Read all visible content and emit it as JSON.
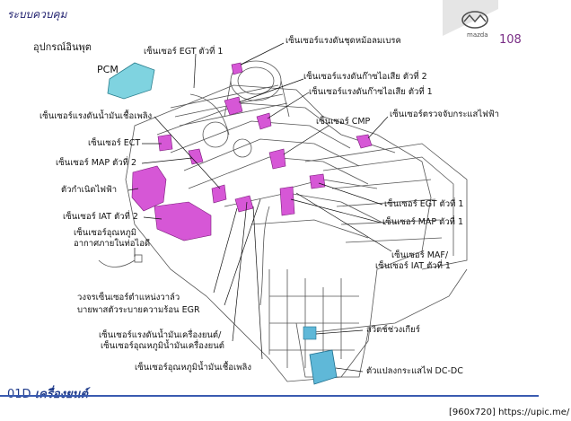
{
  "header": {
    "title": "ระบบควบคุม",
    "subtitle": "อุปกรณ์อินพุต",
    "page_number": "108",
    "logo_text": "mazda"
  },
  "labels": {
    "pcm": "PCM",
    "egt1_top": "เซ็นเซอร์ EGT ตัวที่ 1",
    "brake_booster": "เซ็นเซอร์แรงดันชุดหม้อลมเบรค",
    "exhaust_pressure2": "เซ็นเซอร์แรงดันก๊าซไอเสีย ตัวที่ 2",
    "exhaust_pressure1": "เซ็นเซอร์แรงดันก๊าซไอเสีย ตัวที่ 1",
    "fuel_pressure": "เซ็นเซอร์แรงดันน้ำมันเชื้อเพลิง",
    "cmp": "เซ็นเซอร์ CMP",
    "current_sensor": "เซ็นเซอร์ตรวจจับกระแสไฟฟ้า",
    "ect": "เซ็นเซอร์ ECT",
    "map2": "เซ็นเซอร์ MAP ตัวที่ 2",
    "generator": "ตัวกำเนิดไฟฟ้า",
    "egt1_right": "เซ็นเซอร์ EGT ตัวที่ 1",
    "iat2": "เซ็นเซอร์ IAT ตัวที่ 2",
    "map1": "เซ็นเซอร์ MAP ตัวที่ 1",
    "ambient_temp_line1": "เซ็นเซอร์อุณหภูมิ",
    "ambient_temp_line2": "อากาศภายในท่อไอดี",
    "maf_line1": "เซ็นเซอร์ MAF/",
    "maf_line2": "เซ็นเซอร์ IAT ตัวที่ 1",
    "egr_line1": "วงจรเซ็นเซอร์ตำแหน่งวาล์ว",
    "egr_line2": "บายพาสตัวระบายความร้อน EGR",
    "neutral_switch": "สวิตช์ช่วงเกียร์",
    "oil_line1": "เซ็นเซอร์แรงดันน้ำมันเครื่องยนต์/",
    "oil_line2": "เซ็นเซอร์อุณหภูมิน้ำมันเครื่องยนต์",
    "dcdc": "ตัวแปลงกระแสไฟ DC-DC",
    "fuel_temp": "เซ็นเซอร์อุณหภูมิน้ำมันเชื้อเพลิง"
  },
  "footer": {
    "section_code": "01D",
    "section_name": "เครื่องยนต์",
    "watermark": "[960x720] https://upic.me/"
  },
  "colors": {
    "highlight": "#d657d6",
    "pcm_body": "#7fd3e0",
    "dcdc_body": "#5fb8d8",
    "title": "#1f1f6e",
    "page_number": "#7a2f86",
    "footer_rule": "#3a5bb0"
  }
}
